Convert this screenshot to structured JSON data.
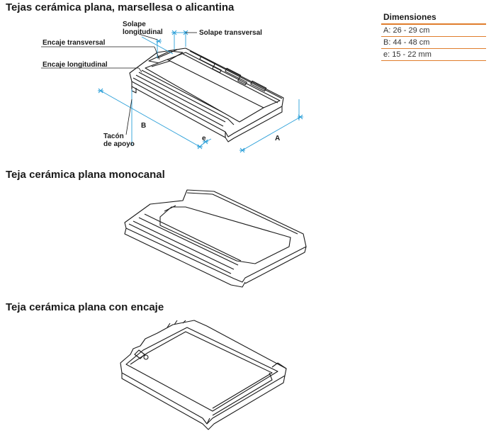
{
  "sections": {
    "main_title": "Tejas cerámica plana, marsellesa o alicantina",
    "monocanal_title": "Teja cerámica plana monocanal",
    "encaje_title": "Teja cerámica plana con encaje"
  },
  "labels": {
    "solape_longitudinal_1": "Solape",
    "solape_longitudinal_2": "longitudinal",
    "solape_transversal": "Solape transversal",
    "encaje_transversal": "Encaje transversal",
    "encaje_longitudinal": "Encaje longitudinal",
    "tacon_1": "Tacón",
    "tacon_2": "de apoyo",
    "dim_b": "B",
    "dim_e": "e",
    "dim_a": "A"
  },
  "dimensions_table": {
    "header": "Dimensiones",
    "rows": [
      "A: 26 - 29 cm",
      "B: 44 - 48 cm",
      "e: 15 - 22 mm"
    ]
  },
  "colors": {
    "line": "#1a1a1a",
    "dimension": "#2a9fd8",
    "accent": "#e07d2c"
  }
}
